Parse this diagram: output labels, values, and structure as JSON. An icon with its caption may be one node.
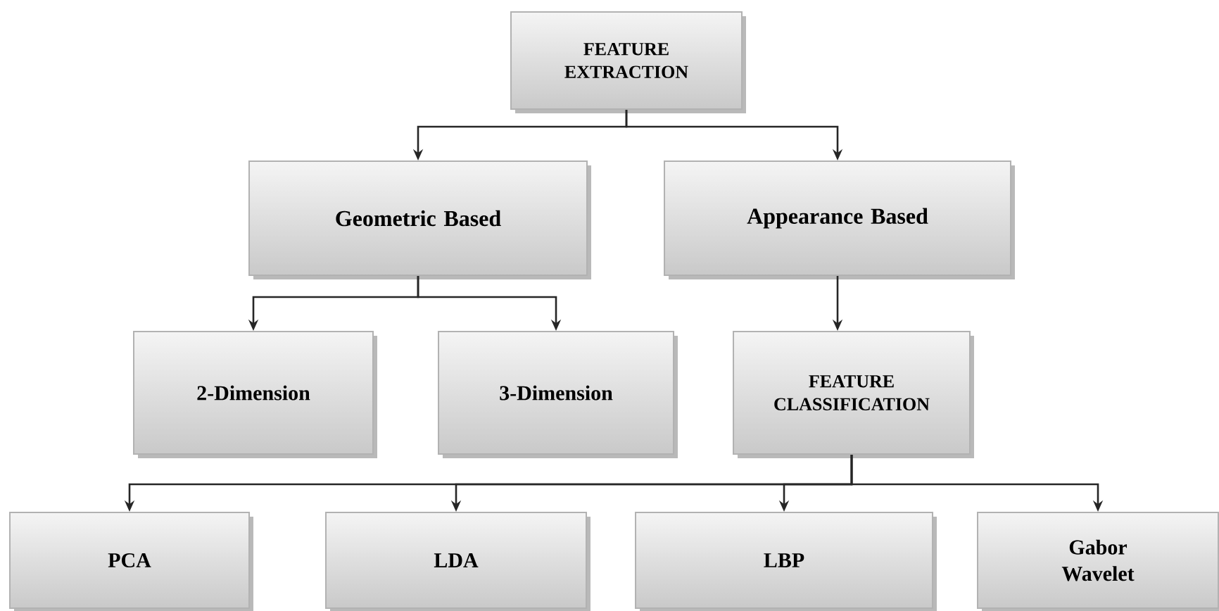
{
  "diagram": {
    "nodes": [
      {
        "text": [
          "FEATURE EXTRACTION"
        ]
      },
      {
        "text": [
          "Geometric Based"
        ]
      },
      {
        "text": [
          "Appearance Based"
        ]
      },
      {
        "text": [
          "2-Dimension"
        ]
      },
      {
        "text": [
          "3-Dimension"
        ]
      },
      {
        "text": [
          "FEATURE CLASSIFICATION"
        ]
      },
      {
        "text": [
          "PCA"
        ]
      },
      {
        "text": [
          "LDA"
        ]
      },
      {
        "text": [
          "LBP"
        ]
      },
      {
        "text": [
          "Gabor Wavelet"
        ]
      }
    ],
    "edges": [
      {
        "from": 0,
        "to": 1,
        "arrow": "to"
      },
      {
        "from": 0,
        "to": 2,
        "arrow": "to"
      },
      {
        "from": 1,
        "to": 3,
        "arrow": "to"
      },
      {
        "from": 1,
        "to": 4,
        "arrow": "to"
      },
      {
        "from": 2,
        "to": 5,
        "arrow": "to"
      },
      {
        "from": 5,
        "to": 6,
        "arrow": "to"
      },
      {
        "from": 5,
        "to": 7,
        "arrow": "to"
      },
      {
        "from": 5,
        "to": 8,
        "arrow": "to"
      },
      {
        "from": 5,
        "to": 9,
        "arrow": "to"
      }
    ]
  }
}
